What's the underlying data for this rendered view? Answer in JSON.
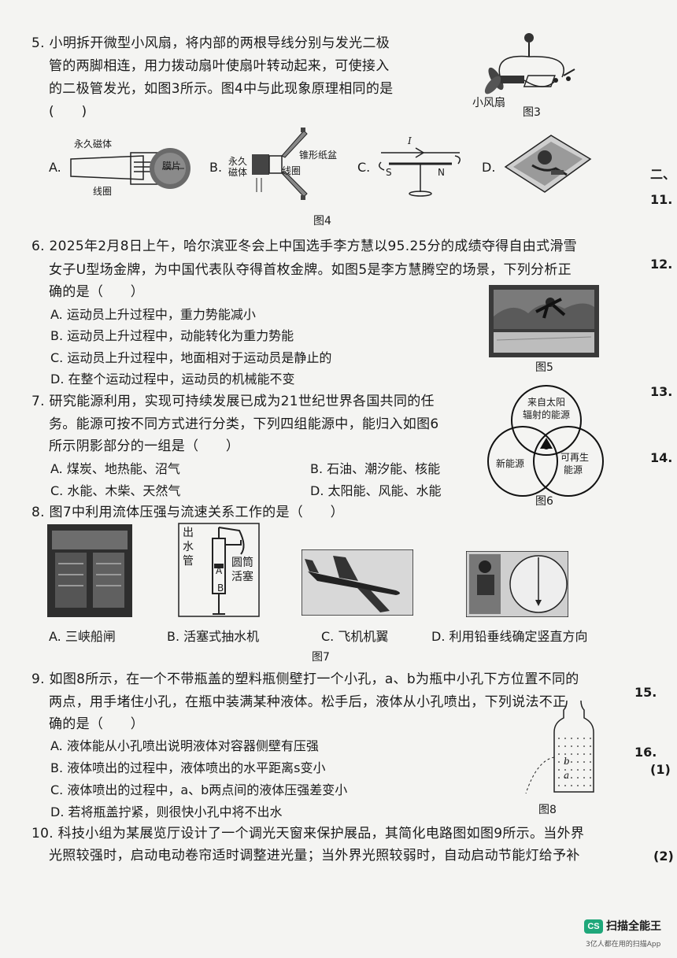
{
  "q5": {
    "lines": [
      "5. 小明拆开微型小风扇，将内部的两根导线分别与发光二极",
      "管的两脚相连，用力拨动扇叶使扇叶转动起来，可使接入",
      "的二极管发光，如图3所示。图4中与此现象原理相同的是",
      "(　　)"
    ],
    "fig3_fan_label": "小风扇",
    "fig3_caption": "图3",
    "options": [
      "A.",
      "B.",
      "C.",
      "D."
    ],
    "fig4a": {
      "magnet": "永久磁体",
      "coil": "线圈",
      "diaphragm": "膜片"
    },
    "fig4b": {
      "magnet1": "永久",
      "magnet2": "磁体",
      "cone": "锥形纸盆",
      "coil": "线圈"
    },
    "fig4c": {
      "current": "I",
      "s": "S",
      "n": "N"
    },
    "fig4_caption": "图4"
  },
  "q6": {
    "lines": [
      "6. 2025年2月8日上午，哈尔滨亚冬会上中国选手李方慧以95.25分的成绩夺得自由式滑雪",
      "女子U型场金牌，为中国代表队夺得首枚金牌。如图5是李方慧腾空的场景，下列分析正",
      "确的是（　　）"
    ],
    "options": [
      "A. 运动员上升过程中，重力势能减小",
      "B. 运动员上升过程中，动能转化为重力势能",
      "C. 运动员上升过程中，地面相对于运动员是静止的",
      "D. 在整个运动过程中，运动员的机械能不变"
    ],
    "fig_caption": "图5"
  },
  "q7": {
    "lines": [
      "7. 研究能源利用，实现可持续发展已成为21世纪世界各国共同的任",
      "务。能源可按不同方式进行分类，下列四组能源中，能归入如图6",
      "所示阴影部分的一组是（　　）"
    ],
    "options": [
      "A. 煤炭、地热能、沼气",
      "B. 石油、潮汐能、核能",
      "C. 水能、木柴、天然气",
      "D. 太阳能、风能、水能"
    ],
    "venn": {
      "top1": "来自太阳",
      "top2": "辐射的能源",
      "left": "新能源",
      "right1": "可再生",
      "right2": "能源"
    },
    "fig_caption": "图6"
  },
  "q8": {
    "line": "8. 图7中利用流体压强与流速关系工作的是（　　）",
    "fig_b": {
      "outlet1": "出",
      "outlet2": "水",
      "outlet3": "管",
      "piston1": "圆筒",
      "piston2": "活塞",
      "a": "A",
      "b": "B"
    },
    "options": [
      "A. 三峡船闸",
      "B. 活塞式抽水机",
      "C. 飞机机翼",
      "D. 利用铅垂线确定竖直方向"
    ],
    "fig_caption": "图7"
  },
  "q9": {
    "lines": [
      "9. 如图8所示，在一个不带瓶盖的塑料瓶侧壁打一个小孔，a、b为瓶中小孔下方位置不同的",
      "两点，用手堵住小孔，在瓶中装满某种液体。松手后，液体从小孔喷出，下列说法不正",
      "确的是（　　）"
    ],
    "options": [
      "A. 液体能从小孔喷出说明液体对容器侧壁有压强",
      "B. 液体喷出的过程中，液体喷出的水平距离s变小",
      "C. 液体喷出的过程中，a、b两点间的液体压强差变小",
      "D. 若将瓶盖拧紧，则很快小孔中将不出水"
    ],
    "fig_a": "a",
    "fig_b": "b",
    "fig_caption": "图8"
  },
  "q10": {
    "lines": [
      "10. 科技小组为某展览厅设计了一个调光天窗来保护展品，其简化电路图如图9所示。当外界",
      "光照较强时，启动电动卷帘适时调整进光量；当外界光照较弱时，自动启动节能灯给予补"
    ]
  },
  "edge": {
    "sec2": "二、",
    "n11": "11.",
    "n12": "12.",
    "n13": "13.",
    "n14": "14.",
    "n15": "15.",
    "n16": "16.",
    "p1": "(1)",
    "p2": "(2)"
  },
  "watermark": {
    "badge": "CS",
    "brand": "扫描全能王",
    "slogan": "3亿人都在用的扫描App"
  }
}
